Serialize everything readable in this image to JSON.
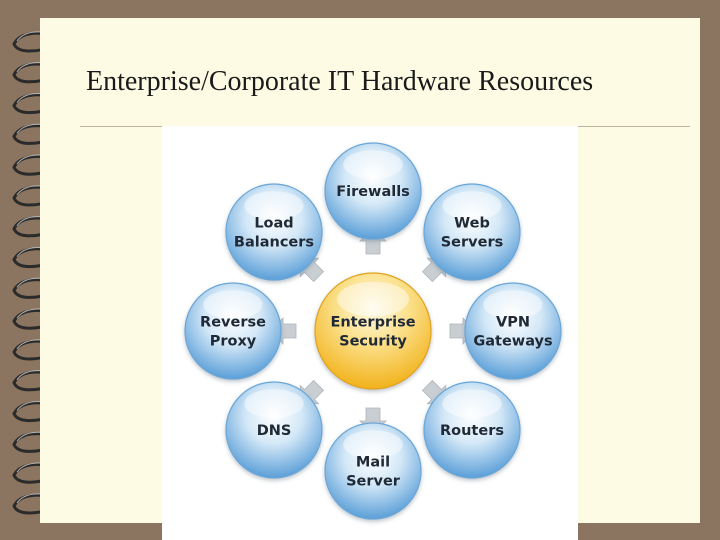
{
  "slide": {
    "title": "Enterprise/Corporate IT Hardware Resources"
  },
  "diagram": {
    "center": {
      "lines": [
        "Enterprise",
        "Security"
      ],
      "color": "#f2b21c"
    },
    "node_color": "#5b9fd8",
    "arrow_color": "#c9ced3",
    "nodes": [
      {
        "lines": [
          "Firewalls"
        ]
      },
      {
        "lines": [
          "Web",
          "Servers"
        ]
      },
      {
        "lines": [
          "VPN",
          "Gateways"
        ]
      },
      {
        "lines": [
          "Routers"
        ]
      },
      {
        "lines": [
          "Mail",
          "Server"
        ]
      },
      {
        "lines": [
          "DNS"
        ]
      },
      {
        "lines": [
          "Reverse",
          "Proxy"
        ]
      },
      {
        "lines": [
          "Load",
          "Balancers"
        ]
      }
    ]
  }
}
